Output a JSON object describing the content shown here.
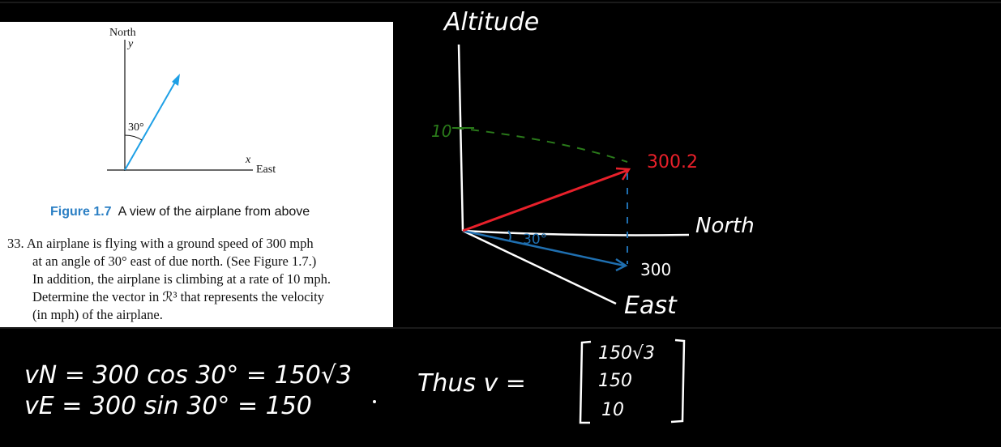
{
  "figure": {
    "north_label": "North",
    "y_label": "y",
    "angle_label": "30°",
    "x_label": "x",
    "east_label": "East",
    "caption_num": "Figure 1.7",
    "caption_text": "A view of the airplane from above"
  },
  "problem": {
    "number": "33.",
    "line1": "An airplane is flying with a ground speed of 300 mph",
    "line2": "at an angle of 30° east of due north. (See Figure 1.7.)",
    "line3": "In addition, the airplane is climbing at a rate of 10 mph.",
    "line4": "Determine the vector in ℛ³ that represents the velocity",
    "line5": "(in mph) of the airplane."
  },
  "sketch": {
    "altitude": "Altitude",
    "ten": "10",
    "magnitude": "300.2",
    "north": "North",
    "angle": "30°",
    "ground": "300",
    "east": "East"
  },
  "work": {
    "vn": "vN =  300 cos 30° = 150√3",
    "ve": "vE =  300 sin 30° = 150",
    "thus": "Thus  v =",
    "m1": "150√3",
    "m2": "150",
    "m3": "10"
  },
  "colors": {
    "blue_vector": "#1ea0e6",
    "red_vector": "#e8202a",
    "green_dash": "#2a7a1a",
    "teal": "#1f6fb0"
  }
}
